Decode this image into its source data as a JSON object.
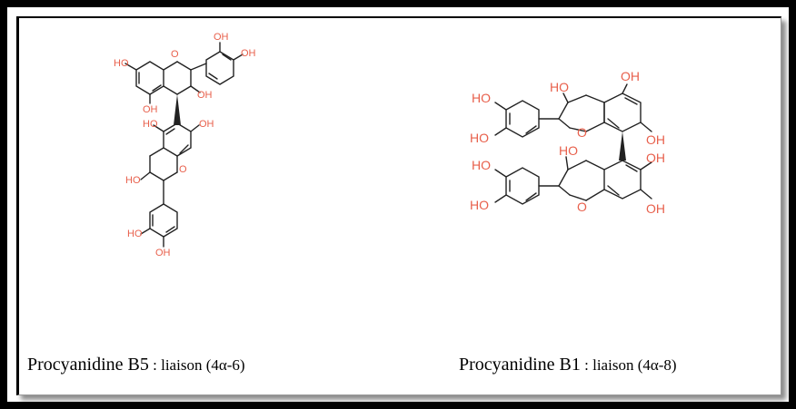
{
  "captions": {
    "b5": {
      "name": "Procyanidine B5",
      "sep": " : ",
      "desc": "liaison (4α-6)"
    },
    "b1": {
      "name": "Procyanidine B1",
      "sep": " : ",
      "desc": "liaison (4α-8)"
    }
  },
  "atoms": {
    "OH": "OH",
    "HO": "HO",
    "O": "O"
  },
  "colors": {
    "heteroatom": "#e8604c",
    "bond": "#222222",
    "frame": "#000000"
  }
}
